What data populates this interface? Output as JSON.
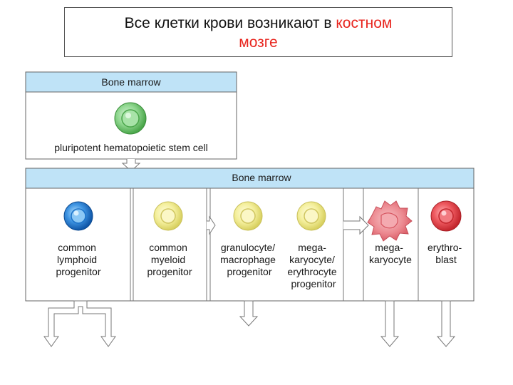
{
  "title": {
    "line1_prefix": "Все клетки крови возникают в ",
    "line1_accent": "костном",
    "line2_accent": "мозге",
    "accent_color": "#e8261f"
  },
  "top_panel": {
    "header": "Bone marrow",
    "cell_label": "pluripotent hematopoietic stem cell"
  },
  "bottom_panel": {
    "header": "Bone marrow",
    "cells": [
      {
        "lines": [
          "common",
          "lymphoid",
          "progenitor"
        ]
      },
      {
        "lines": [
          "common",
          "myeloid",
          "progenitor"
        ]
      },
      {
        "lines": [
          "granulocyte/",
          "macrophage",
          "progenitor"
        ]
      },
      {
        "lines": [
          "mega-",
          "karyocyte/",
          "erythrocyte",
          "progenitor"
        ]
      },
      {
        "lines": [
          "mega-",
          "karyocyte"
        ]
      },
      {
        "lines": [
          "erythro-",
          "blast"
        ]
      }
    ]
  },
  "colors": {
    "header_fill": "#bfe3f7",
    "stem_cell": "#6cc36c",
    "lymphoid": "#1d73c9",
    "myeloid": "#efe88a",
    "megakaryocyte": "#e8737a",
    "erythroblast": "#e6464c"
  }
}
